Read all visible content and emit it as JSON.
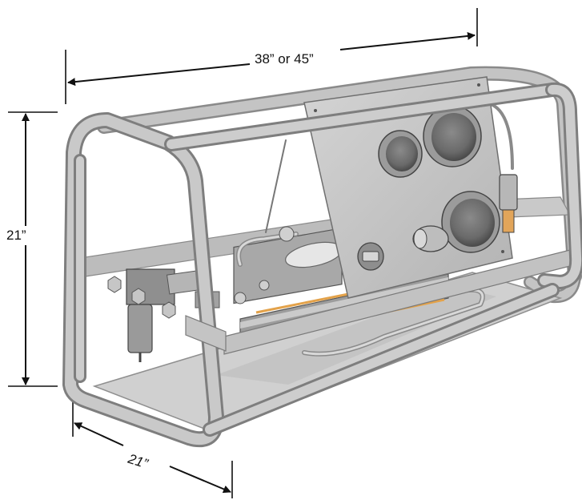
{
  "dimensions": {
    "length_label": "38” or 45”",
    "height_label": "21”",
    "depth_label": "21”"
  },
  "colors": {
    "frame": "#b9b9b9",
    "frame_shadow": "#7e7e7e",
    "panel": "#c7c7c7",
    "accent_orange": "#e3a24a",
    "dimension_lines": "#111111"
  }
}
